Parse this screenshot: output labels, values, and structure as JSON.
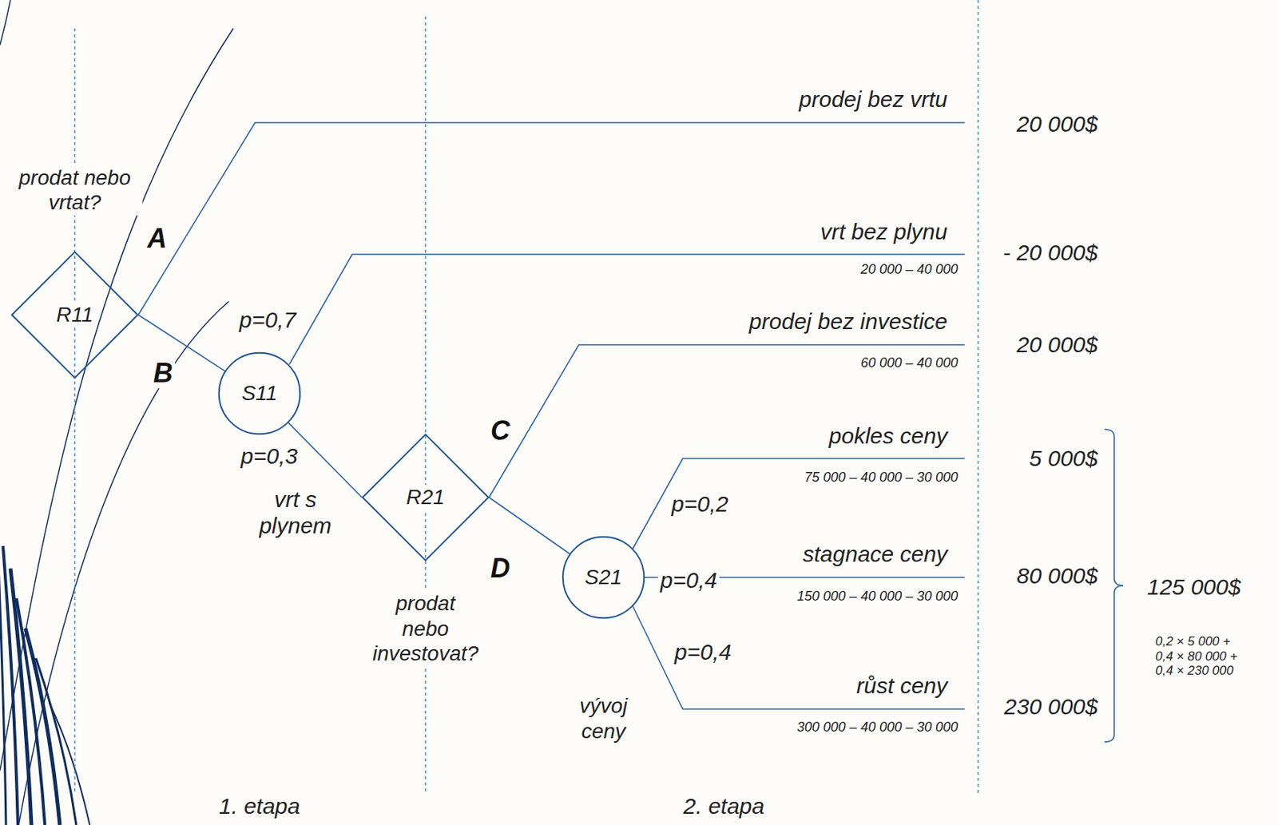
{
  "diagram": {
    "nodes": [
      {
        "text": [
          "prodat nebo vrtat?",
          "R11"
        ]
      },
      {
        "text": [
          "S11"
        ]
      },
      {
        "text": [
          "R21",
          "prodat nebo investovat?"
        ]
      },
      {
        "text": [
          "S21",
          "vývoj ceny"
        ]
      }
    ],
    "edges": [
      {
        "from": 0,
        "to": 1,
        "arrow": "none",
        "label": "B"
      },
      {
        "from": 1,
        "to": 2,
        "arrow": "none",
        "label": "p=0,3"
      },
      {
        "from": 2,
        "to": 3,
        "arrow": "none",
        "label": "D"
      }
    ],
    "labels": [
      "A",
      "prodej bez vrtu",
      "20 000$",
      "vrt bez plynu",
      "20 000 – 40 000",
      "- 20 000$",
      "p=0,7",
      "prodej bez investice",
      "60 000 – 40 000",
      "20 000$",
      "C",
      "vrt s plynem",
      "pokles ceny",
      "75 000 – 40 000 – 30 000",
      "5 000$",
      "p=0,2",
      "stagnace ceny",
      "150 000 – 40 000 – 30 000",
      "80 000$",
      "p=0,4",
      "p=0,4",
      "růst ceny",
      "300 000 – 40 000 – 30 000",
      "230 000$",
      "125 000$",
      "0,2 × 5 000 + 0,4 × 80 000 + 0,4 × 230 000",
      "1. etapa",
      "2. etapa"
    ]
  }
}
